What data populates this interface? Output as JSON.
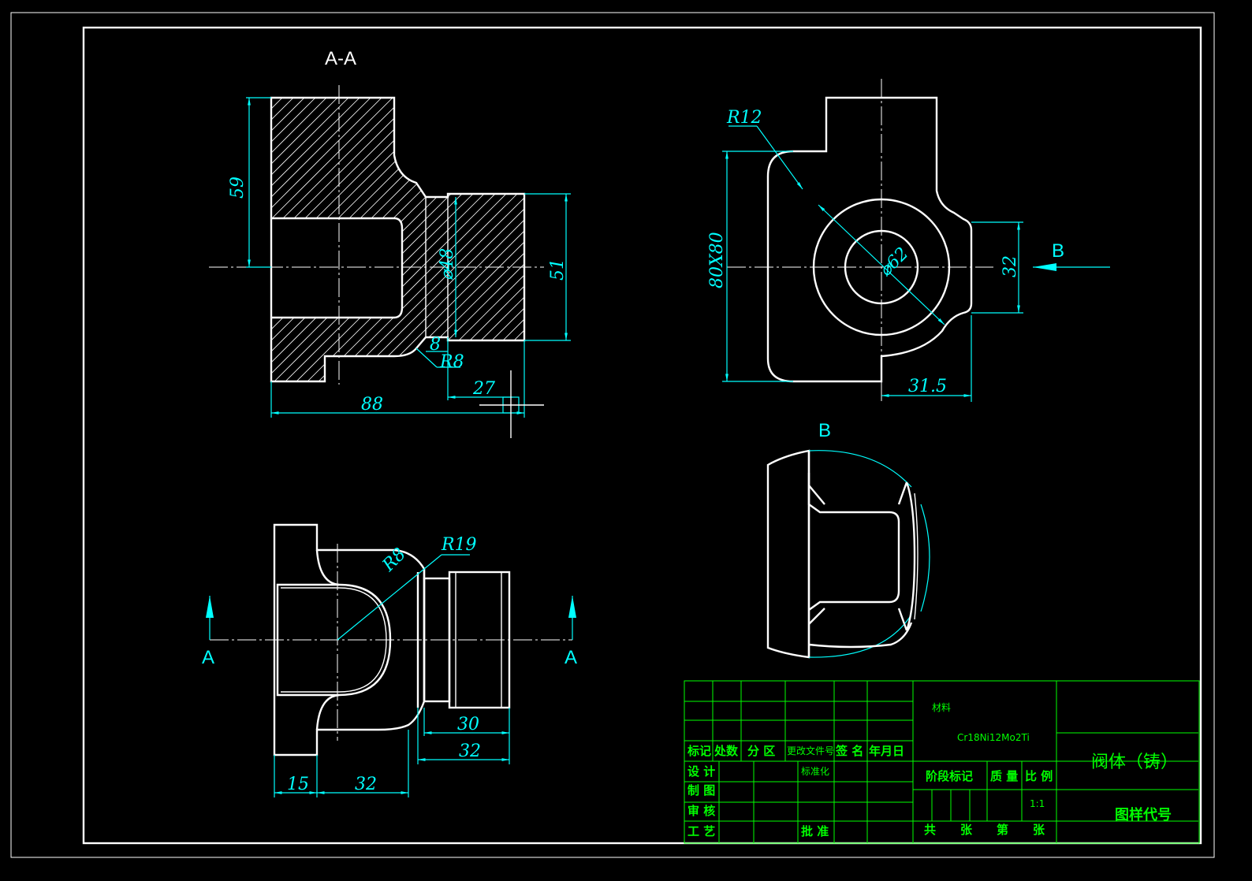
{
  "views": {
    "section_title": "A-A",
    "view_b_title": "B",
    "arrow_b": "B",
    "arrow_a_left": "A",
    "arrow_a_right": "A"
  },
  "dimensions": {
    "d59": "59",
    "d48": "⌀48",
    "d51": "51",
    "d8": "8",
    "r8": "R8",
    "d27": "27",
    "d88": "88",
    "r12": "R12",
    "d80x80": "80X80",
    "d62": "⌀62",
    "d32_right": "32",
    "d31_5": "31.5",
    "r19": "R19",
    "r8_bottom": "R8",
    "d30": "30",
    "d32_bottom": "32",
    "d15": "15",
    "d32_base": "32"
  },
  "title_block": {
    "mark": "标记",
    "count": "处数",
    "zone": "分 区",
    "change_doc": "更改文件号",
    "signature": "签 名",
    "date": "年月日",
    "design": "设 计",
    "standardize": "标准化",
    "draw": "制 图",
    "review": "审 核",
    "process": "工 艺",
    "approve": "批 准",
    "material_label": "材料",
    "material": "Cr18Ni12Mo2Ti",
    "stage_mark": "阶段标记",
    "mass": "质 量",
    "scale_label": "比 例",
    "scale": "1:1",
    "total": "共",
    "sheets": "张",
    "sheet_no": "第",
    "sheets2": "张",
    "part_name": "阀体（铸）",
    "drawing_code": "图样代号"
  },
  "colors": {
    "outline": "#ffffff",
    "dimension": "#00ffff",
    "title_block": "#00ff00",
    "background": "#000000"
  }
}
